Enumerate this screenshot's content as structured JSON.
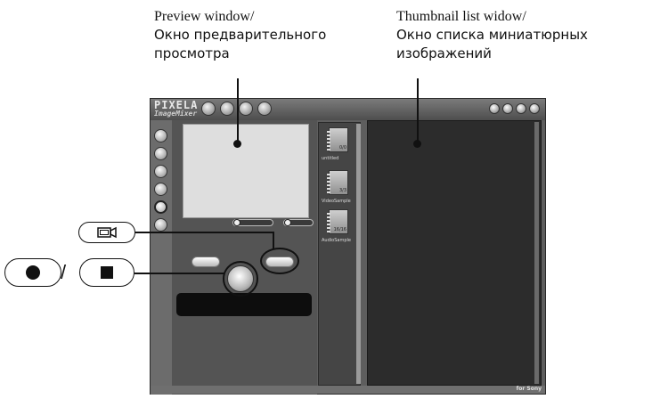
{
  "callouts": {
    "preview": {
      "en": "Preview window/",
      "ru_line1": "Окно предварительного",
      "ru_line2": "просмотра"
    },
    "thumbnail": {
      "en": "Thumbnail list widow/",
      "ru_line1": "Окно списка миниатюрных",
      "ru_line2": "изображений"
    },
    "slash": "/"
  },
  "app": {
    "logo_line1": "PIXELA",
    "logo_line2": "ImageMixer",
    "brand": "for Sony",
    "albums": [
      {
        "name": "untitled",
        "count": "0/0"
      },
      {
        "name": "VideoSample",
        "count": "3/3"
      },
      {
        "name": "AudioSample",
        "count": "16/16"
      }
    ]
  },
  "icons": {
    "camera_mode": "video-camera-icon",
    "record": "record-icon",
    "stop": "stop-icon"
  }
}
